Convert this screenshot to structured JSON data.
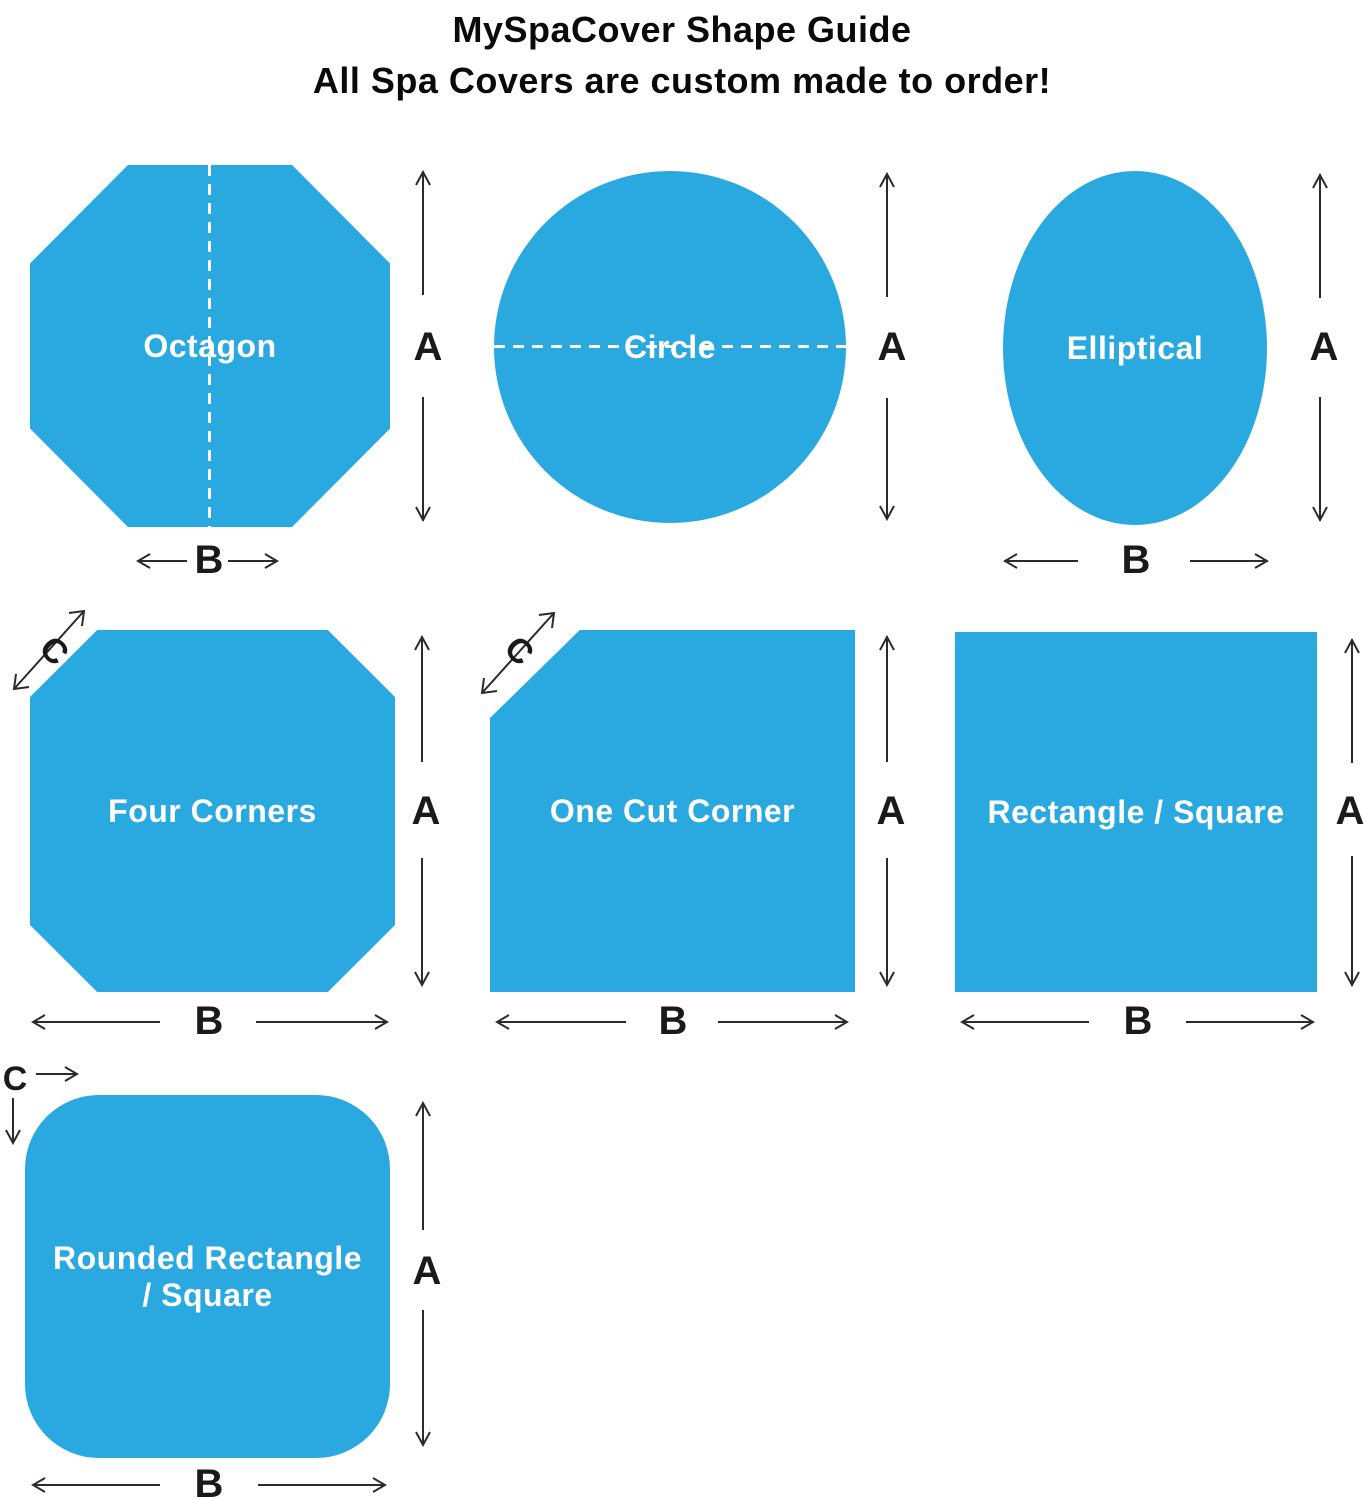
{
  "title": {
    "line1": "MySpaCover Shape Guide",
    "line2": "All Spa Covers are custom made to order!"
  },
  "colors": {
    "shape_fill": "#29A9E0",
    "shape_label": "#FFFFFF",
    "dimension_label": "#1A1A1A",
    "arrow": "#2B2B2B",
    "dashed_line": "#FFFFFF"
  },
  "shapes": [
    {
      "id": "octagon",
      "label": "Octagon",
      "dims": {
        "a": "A",
        "b": "B"
      }
    },
    {
      "id": "circle",
      "label": "Circle",
      "dims": {
        "a": "A"
      }
    },
    {
      "id": "elliptical",
      "label": "Elliptical",
      "dims": {
        "a": "A",
        "b": "B"
      }
    },
    {
      "id": "four-corners",
      "label": "Four Corners",
      "dims": {
        "a": "A",
        "b": "B",
        "c": "C"
      }
    },
    {
      "id": "one-cut-corner",
      "label": "One Cut Corner",
      "dims": {
        "a": "A",
        "b": "B",
        "c": "C"
      }
    },
    {
      "id": "rectangle-square",
      "label": "Rectangle / Square",
      "dims": {
        "a": "A",
        "b": "B"
      }
    },
    {
      "id": "rounded-rectangle-square",
      "label": "Rounded Rectangle / Square",
      "label_lines": [
        "Rounded Rectangle",
        "/ Square"
      ],
      "dims": {
        "a": "A",
        "b": "B",
        "c": "C"
      }
    }
  ]
}
